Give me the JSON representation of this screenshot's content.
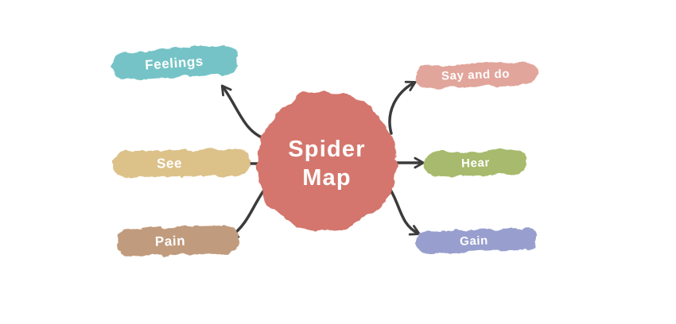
{
  "diagram": {
    "title": "Spider Map",
    "background": "#ffffff",
    "connector_color": "#3b3b3b",
    "label_text_color": "#ffffff",
    "center": {
      "label": "Spider Map",
      "line1": "Spider",
      "line2": "Map",
      "fill": "#d4766d"
    },
    "nodes": {
      "feelings": {
        "label": "Feelings",
        "fill": "#74c3c6"
      },
      "see": {
        "label": "See",
        "fill": "#dcc189"
      },
      "pain": {
        "label": "Pain",
        "fill": "#c19b7d"
      },
      "say_and_do": {
        "label": "Say and do",
        "fill": "#e1a59b"
      },
      "hear": {
        "label": "Hear",
        "fill": "#a7ba6d"
      },
      "gain": {
        "label": "Gain",
        "fill": "#989fce"
      }
    }
  }
}
